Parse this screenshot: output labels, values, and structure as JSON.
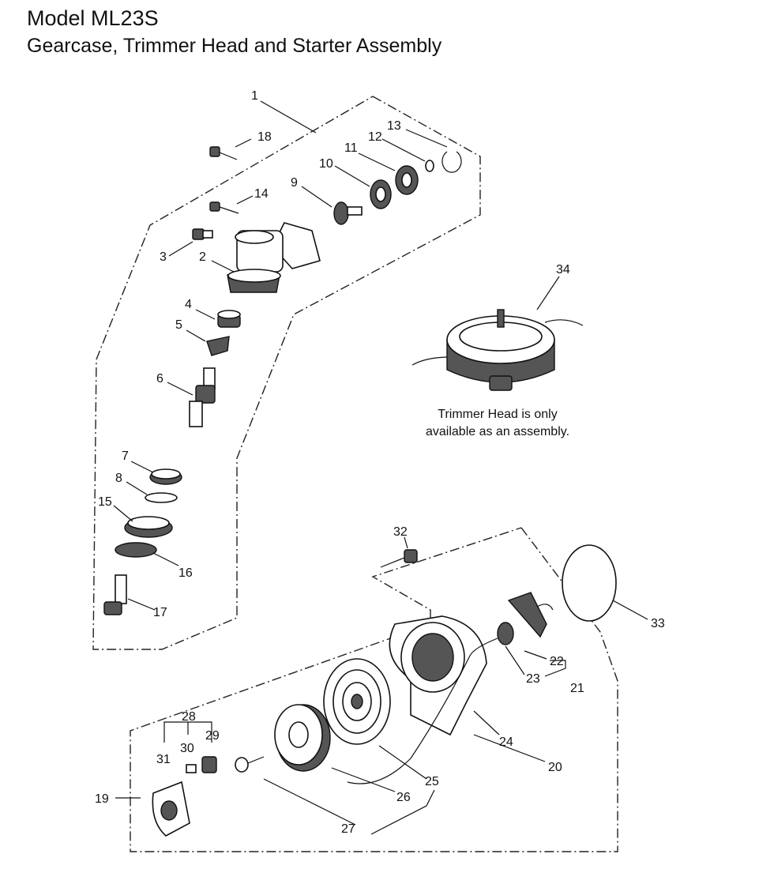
{
  "header": {
    "title": "Model ML23S",
    "subtitle": "Gearcase, Trimmer Head and Starter Assembly"
  },
  "note": {
    "line1": "Trimmer Head is only",
    "line2": "available as an assembly."
  },
  "callouts": [
    "1",
    "2",
    "3",
    "4",
    "5",
    "6",
    "7",
    "8",
    "9",
    "10",
    "11",
    "12",
    "13",
    "14",
    "15",
    "16",
    "17",
    "18",
    "19",
    "20",
    "21",
    "22",
    "23",
    "24",
    "25",
    "26",
    "27",
    "28",
    "29",
    "30",
    "31",
    "32",
    "33",
    "34"
  ]
}
